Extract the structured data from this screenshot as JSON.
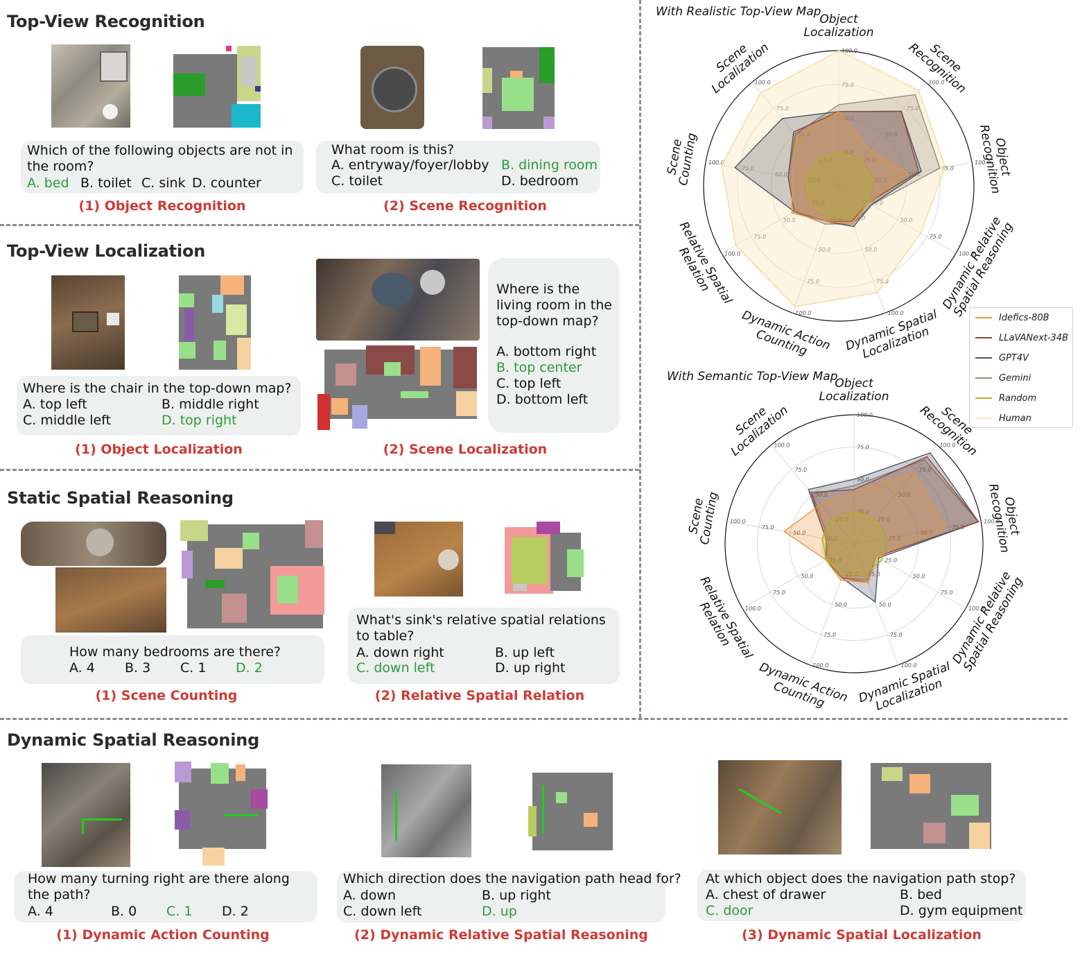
{
  "sections": {
    "top_view_recognition": {
      "title": "Top-View Recognition",
      "obj_rec": {
        "question": "Which of the following objects are not in the room?",
        "options": [
          "A. bed",
          "B. toilet",
          "C. sink",
          "D. counter"
        ],
        "caption": "(1) Object Recognition"
      },
      "scene_rec": {
        "question": "What room is this?",
        "options": [
          "A. entryway/foyer/lobby",
          "B. dining room",
          "C. toilet",
          "D. bedroom"
        ],
        "caption": "(2) Scene Recognition"
      }
    },
    "top_view_localization": {
      "title": "Top-View Localization",
      "obj_loc": {
        "question": "Where is the chair in the top-down map?",
        "options": [
          "A. top left",
          "B. middle right",
          "C. middle left",
          "D. top right"
        ],
        "caption": "(1) Object Localization"
      },
      "scene_loc": {
        "question": "Where is the living room in the top-down map?",
        "options": [
          "A. bottom right",
          "B. top center",
          "C. top left",
          "D. bottom left"
        ],
        "caption": "(2) Scene Localization"
      }
    },
    "static_spatial": {
      "title": "Static Spatial Reasoning",
      "scene_count": {
        "question": "How many bedrooms are there?",
        "options": [
          "A. 4",
          "B. 3",
          "C. 1",
          "D. 2"
        ],
        "caption": "(1) Scene Counting"
      },
      "rel_spatial": {
        "question": "What's sink's relative spatial relations to table?",
        "options": [
          "A. down right",
          "B. up left",
          "C. down left",
          "D. up right"
        ],
        "caption": "(2) Relative Spatial Relation"
      }
    },
    "dynamic_spatial": {
      "title": "Dynamic Spatial Reasoning",
      "action_count": {
        "question": "How many turning right are there along the path?",
        "options": [
          "A. 4",
          "B. 0",
          "C. 1",
          "D. 2"
        ],
        "caption": "(1) Dynamic Action Counting"
      },
      "rel_reason": {
        "question": "Which direction does the navigation path head for?",
        "options": [
          "A. down",
          "B. up right",
          "C. down left",
          "D. up"
        ],
        "caption": "(2) Dynamic Relative Spatial Reasoning"
      },
      "spatial_loc": {
        "question": "At which object does the navigation path stop?",
        "options": [
          "A. chest of drawer",
          "B. bed",
          "C. door",
          "D. gym equipment"
        ],
        "caption": "(3) Dynamic Spatial Localization"
      }
    }
  },
  "colors": {
    "correct": "#2a9a3a",
    "caption": "#cc3b36",
    "box": "#eef0ef",
    "Idefics-80B": "#e8943a",
    "LLaVANext-34B": "#8b4a3c",
    "GPT4V": "#4d5566",
    "Gemini": "#9a8e80",
    "Random": "#b5b020",
    "Human": "#fbe8c0"
  },
  "chart_data": [
    {
      "type": "radar",
      "title": "With Realistic Top-View Map",
      "categories": [
        "Object Localization",
        "Scene Recognition",
        "Object Recognition",
        "Dynamic Relative Spatial Reasoning",
        "Dynamic Spatial Localization",
        "Dynamic Action Counting",
        "Relative Spatial Relation",
        "Scene Counting",
        "Scene Localization"
      ],
      "ticks": [
        "25.0",
        "50.0",
        "75.0",
        "100.0"
      ],
      "ylim": [
        0,
        100
      ],
      "series": [
        {
          "name": "Idefics-80B",
          "values": [
            55,
            35,
            52,
            25,
            30,
            28,
            40,
            35,
            48
          ]
        },
        {
          "name": "LLaVANext-34B",
          "values": [
            55,
            72,
            60,
            25,
            28,
            28,
            38,
            38,
            52
          ]
        },
        {
          "name": "GPT4V",
          "values": [
            55,
            72,
            62,
            28,
            32,
            28,
            38,
            78,
            65
          ]
        },
        {
          "name": "Gemini",
          "values": [
            60,
            88,
            76,
            28,
            30,
            30,
            38,
            38,
            50
          ]
        },
        {
          "name": "Random",
          "values": [
            25,
            25,
            25,
            25,
            25,
            25,
            25,
            25,
            25
          ]
        },
        {
          "name": "Human",
          "values": [
            100,
            92,
            80,
            70,
            84,
            95,
            88,
            88,
            90
          ]
        }
      ]
    },
    {
      "type": "radar",
      "title": "With Semantic Top-View Map",
      "categories": [
        "Object Localization",
        "Scene Recognition",
        "Object Recognition",
        "Dynamic Relative Spatial Reasoning",
        "Dynamic Spatial Localization",
        "Dynamic Action Counting",
        "Relative Spatial Relation",
        "Scene Counting",
        "Scene Localization"
      ],
      "ticks": [
        "25.0",
        "50.0",
        "75.0",
        "100.0"
      ],
      "ylim": [
        0,
        100
      ],
      "series": [
        {
          "name": "Idefics-80B",
          "values": [
            40,
            72,
            72,
            20,
            32,
            30,
            25,
            55,
            40
          ]
        },
        {
          "name": "LLaVANext-34B",
          "values": [
            42,
            88,
            98,
            20,
            32,
            28,
            25,
            22,
            52
          ]
        },
        {
          "name": "GPT4V",
          "values": [
            50,
            92,
            98,
            22,
            48,
            28,
            25,
            22,
            55
          ]
        },
        {
          "name": "Gemini",
          "values": [
            45,
            85,
            98,
            20,
            30,
            28,
            25,
            20,
            50
          ]
        },
        {
          "name": "Random",
          "values": [
            25,
            25,
            25,
            25,
            25,
            25,
            25,
            25,
            25
          ]
        }
      ]
    }
  ],
  "legend": [
    "Idefics-80B",
    "LLaVANext-34B",
    "GPT4V",
    "Gemini",
    "Random",
    "Human"
  ]
}
